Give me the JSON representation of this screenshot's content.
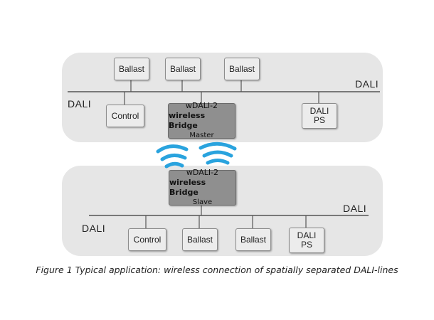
{
  "top_group": {
    "bus_label_left": "DALI",
    "bus_label_right": "DALI",
    "ballasts": [
      "Ballast",
      "Ballast",
      "Ballast"
    ],
    "control": "Control",
    "ps": [
      "DALI",
      "PS"
    ],
    "bridge": {
      "line1": "wDALI-2",
      "line2": "wireless Bridge",
      "line3": "Master"
    }
  },
  "bottom_group": {
    "bus_label_left": "DALI",
    "bus_label_right": "DALI",
    "control": "Control",
    "ballasts": [
      "Ballast",
      "Ballast"
    ],
    "ps": [
      "DALI",
      "PS"
    ],
    "bridge": {
      "line1": "wDALI-2",
      "line2": "wireless Bridge",
      "line3": "Slave"
    }
  },
  "colors": {
    "panel": "#e6e6e6",
    "bridge": "#8f8f8f",
    "wireless": "#29a3de"
  },
  "icons": [
    "wireless-signal-icon",
    "wireless-signal-icon"
  ],
  "caption": "Figure 1 Typical application: wireless connection of spatially separated DALI-lines"
}
